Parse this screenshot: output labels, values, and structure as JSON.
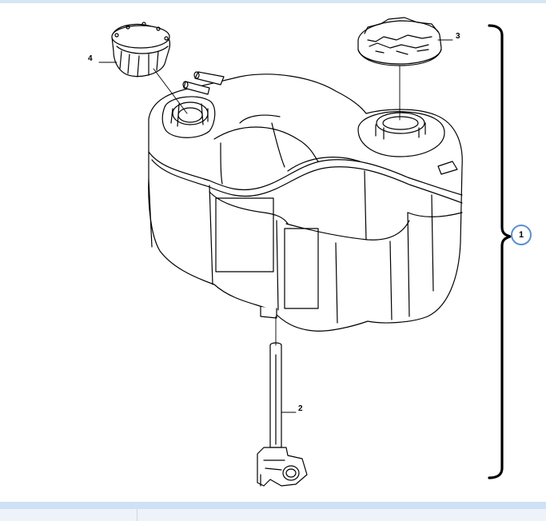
{
  "callouts": {
    "assembly": "1",
    "sensor": "2",
    "cap_right": "3",
    "cap_left": "4"
  },
  "colors": {
    "line": "#000000",
    "circle_stroke": "#5b8fd1",
    "top_rule": "#d6e6f5",
    "bottom_bar": "#cfe1f5"
  }
}
